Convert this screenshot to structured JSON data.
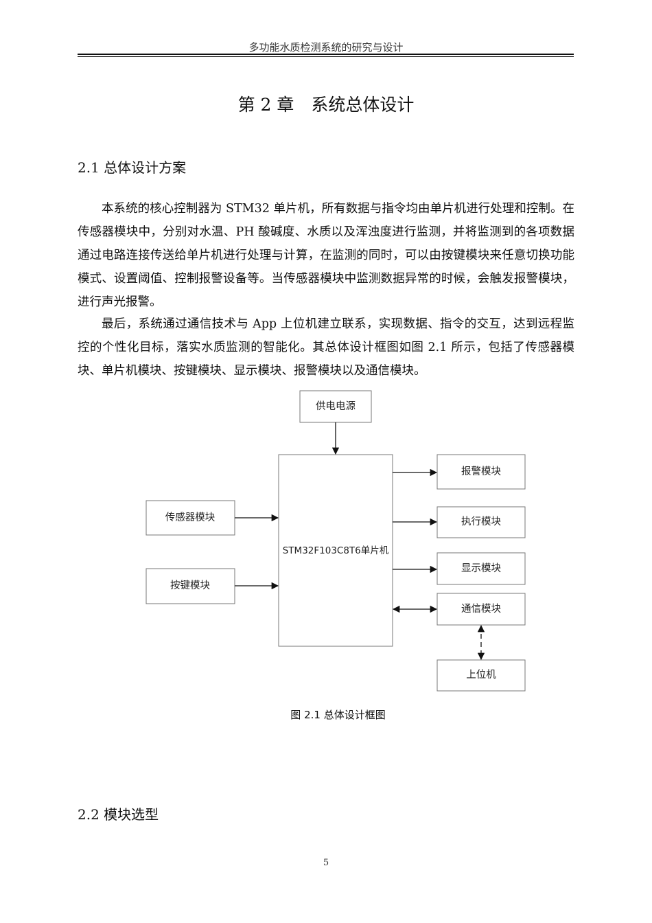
{
  "header": {
    "running_title": "多功能水质检测系统的研究与设计"
  },
  "chapter": {
    "title": "第 2 章　系统总体设计"
  },
  "sections": [
    {
      "heading": "2.1 总体设计方案",
      "paragraphs": [
        "本系统的核心控制器为 STM32 单片机，所有数据与指令均由单片机进行处理和控制。在传感器模块中，分别对水温、PH 酸碱度、水质以及浑浊度进行监测，并将监测到的各项数据通过电路连接传送给单片机进行处理与计算，在监测的同时，可以由按键模块来任意切换功能模式、设置阈值、控制报警设备等。当传感器模块中监测数据异常的时候，会触发报警模块，进行声光报警。",
        "最后，系统通过通信技术与 App 上位机建立联系，实现数据、指令的交互，达到远程监控的个性化目标，落实水质监测的智能化。其总体设计框图如图 2.1 所示，包括了传感器模块、单片机模块、按键模块、显示模块、报警模块以及通信模块。"
      ]
    },
    {
      "heading": "2.2 模块选型",
      "paragraphs": []
    }
  ],
  "figure": {
    "caption": "图 2.1 总体设计框图",
    "blocks": {
      "power": "供电电源",
      "mcu": "STM32F103C8T6单片机",
      "sensor": "传感器模块",
      "keys": "按键模块",
      "alarm": "报警模块",
      "actuator": "执行模块",
      "display": "显示模块",
      "comm": "通信模块",
      "host": "上位机"
    }
  },
  "footer": {
    "page_number": "5"
  }
}
